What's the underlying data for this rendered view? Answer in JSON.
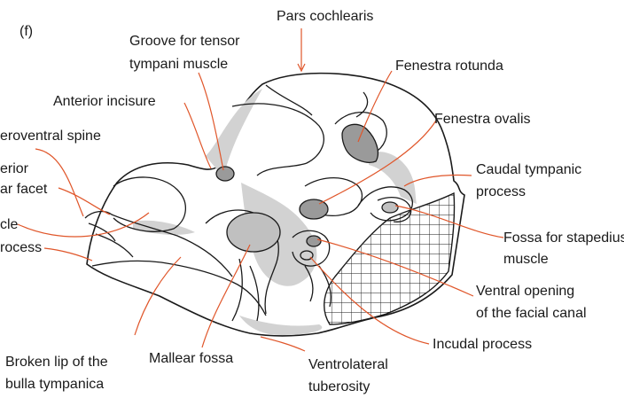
{
  "panel_label": "(f)",
  "labels": {
    "pars_cochlearis": "Pars cochlearis",
    "groove_tensor_1": "Groove for tensor",
    "groove_tensor_2": "tympani muscle",
    "fenestra_rotunda": "Fenestra rotunda",
    "anterior_incisure": "Anterior incisure",
    "fenestra_ovalis": "Fenestra ovalis",
    "anteroventral_spine": "eroventral spine",
    "anterior_facet_1": "erior",
    "anterior_facet_2": "ar facet",
    "caudal_tympanic_1": "Caudal tympanic",
    "caudal_tympanic_2": "process",
    "muscle_left": "cle",
    "fossa_stapedius_1": "Fossa for stapedius",
    "fossa_stapedius_2": "muscle",
    "process_left": "rocess",
    "ventral_opening_1": "Ventral opening",
    "ventral_opening_2": "of the facial canal",
    "incudal_process": "Incudal process",
    "broken_lip_1": "Broken lip of the",
    "broken_lip_2": "bulla tympanica",
    "mallear_fossa": "Mallear fossa",
    "ventrolateral_1": "Ventrolateral",
    "ventrolateral_2": "tuberosity"
  },
  "colors": {
    "leader": "#e0562a",
    "outline": "#1a1a1a",
    "shading": "#d2d2d2",
    "dark_fill": "#9a9a9a"
  }
}
